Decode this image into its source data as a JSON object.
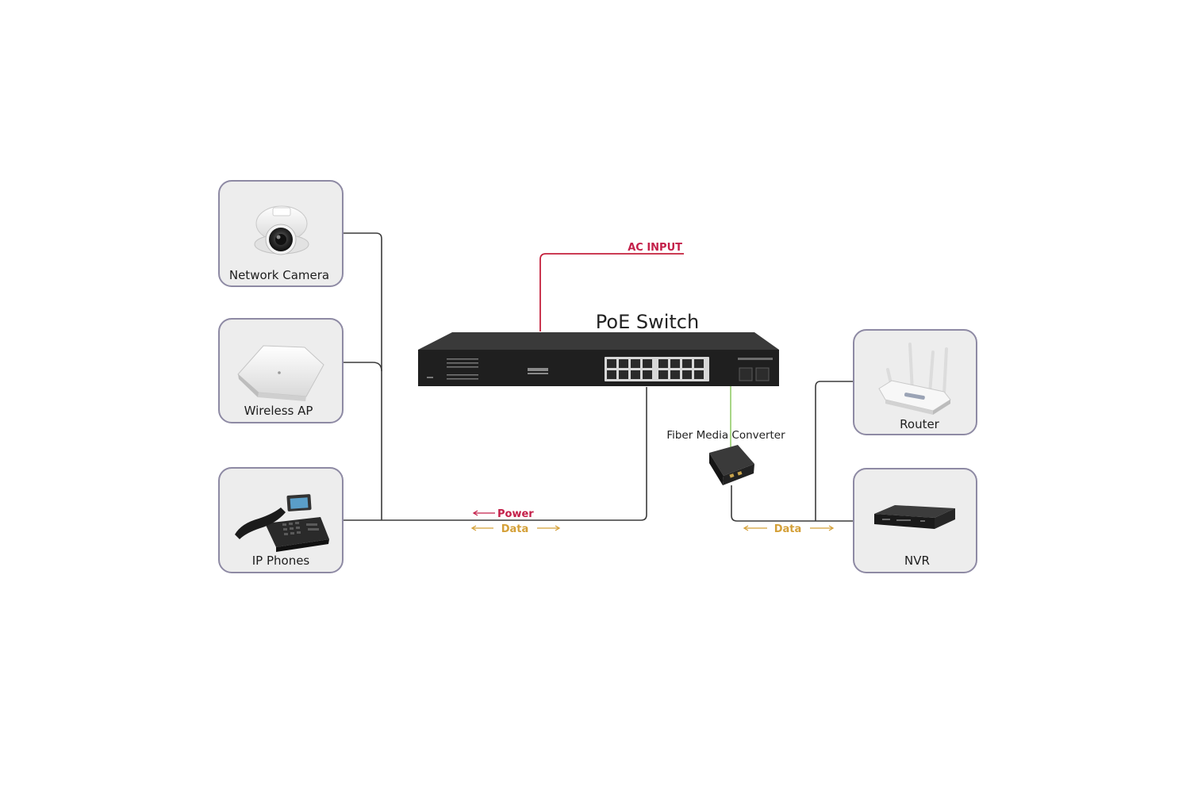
{
  "diagram": {
    "switch_title": "PoE Switch",
    "ac_input_label": "AC INPUT",
    "fiber_label": "Fiber Media Converter",
    "power_label": "Power",
    "data_label_left": "Data",
    "data_label_right": "Data",
    "devices_left": [
      {
        "label": "Network Camera",
        "icon": "dome-camera-icon"
      },
      {
        "label": "Wireless AP",
        "icon": "wireless-ap-icon"
      },
      {
        "label": "IP Phones",
        "icon": "ip-phone-icon"
      }
    ],
    "devices_right": [
      {
        "label": "Router",
        "icon": "router-icon"
      },
      {
        "label": "NVR",
        "icon": "nvr-icon"
      }
    ]
  },
  "colors": {
    "box_border": "#8e8aa4",
    "box_fill": "#ededed",
    "line": "#3c3c3c",
    "ac_line": "#c4203c",
    "power": "#c4204a",
    "data": "#d4a038",
    "fiber": "#9fd27a",
    "switch_body": "#1f1f1f"
  }
}
